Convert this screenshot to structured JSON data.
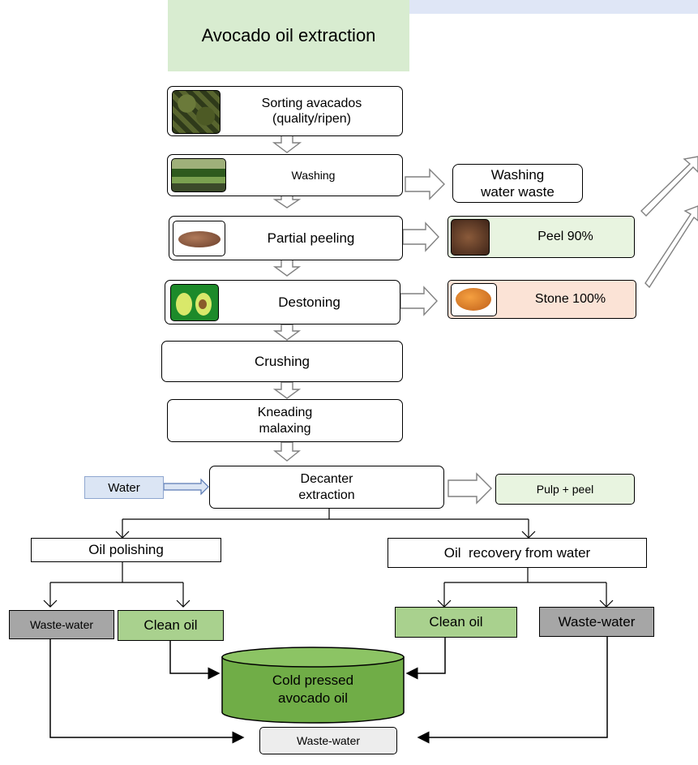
{
  "title": "Avocado oil extraction",
  "steps": {
    "sorting": "Sorting avacados (quality/ripen)",
    "washing": "Washing",
    "peeling": "Partial peeling",
    "destoning": "Destoning",
    "crushing": "Crushing",
    "kneading": "Kneading malaxing",
    "decanter": "Decanter extraction"
  },
  "inputs": {
    "water": "Water"
  },
  "byproducts": {
    "washing_water": "Washing water waste",
    "peel": "Peel 90%",
    "stone": "Stone 100%",
    "pulp_peel": "Pulp + peel"
  },
  "branches": {
    "oil_polishing": "Oil polishing",
    "oil_recovery": "Oil  recovery from water"
  },
  "outputs": {
    "waste_water_left": "Waste-water",
    "clean_oil_left": "Clean oil",
    "clean_oil_right": "Clean oil",
    "waste_water_right": "Waste-water",
    "cold_pressed": "Cold pressed avocado oil",
    "waste_water_final": "Waste-water"
  },
  "colors": {
    "title_bg": "#d8ecd0",
    "banner": "#dfe6f6",
    "green": "#a9d18e",
    "gray": "#a6a6a6",
    "peel_bg": "#e8f4e0",
    "stone_bg": "#fbe3d6",
    "water_bg": "#dbe5f4",
    "tank": "#70ad47"
  },
  "icons": [
    "avocado-pile-image",
    "washing-avocados-image",
    "avocado-peel-image",
    "avocado-halves-image",
    "peel-image",
    "stone-image"
  ]
}
